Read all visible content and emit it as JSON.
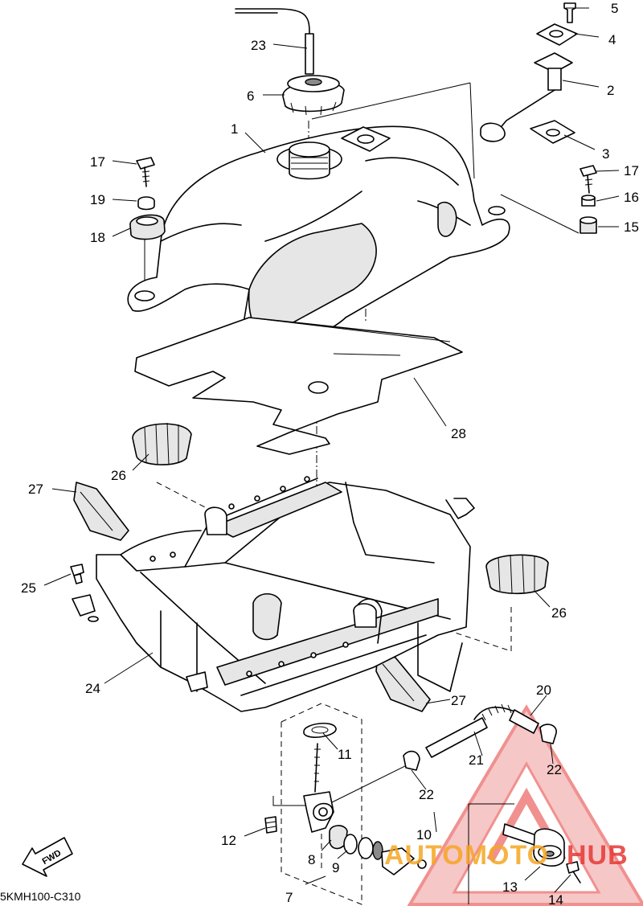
{
  "diagram": {
    "code": "5KMH100-C310",
    "fwd_label": "FWD",
    "callouts": [
      {
        "id": "c1",
        "label": "1"
      },
      {
        "id": "c2",
        "label": "2"
      },
      {
        "id": "c3",
        "label": "3"
      },
      {
        "id": "c4",
        "label": "4"
      },
      {
        "id": "c5",
        "label": "5"
      },
      {
        "id": "c6",
        "label": "6"
      },
      {
        "id": "c7",
        "label": "7"
      },
      {
        "id": "c8",
        "label": "8"
      },
      {
        "id": "c9",
        "label": "9"
      },
      {
        "id": "c10",
        "label": "10"
      },
      {
        "id": "c11",
        "label": "11"
      },
      {
        "id": "c12",
        "label": "12"
      },
      {
        "id": "c13",
        "label": "13"
      },
      {
        "id": "c14",
        "label": "14"
      },
      {
        "id": "c15",
        "label": "15"
      },
      {
        "id": "c16",
        "label": "16"
      },
      {
        "id": "c17a",
        "label": "17"
      },
      {
        "id": "c17b",
        "label": "17"
      },
      {
        "id": "c18",
        "label": "18"
      },
      {
        "id": "c19",
        "label": "19"
      },
      {
        "id": "c20",
        "label": "20"
      },
      {
        "id": "c21",
        "label": "21"
      },
      {
        "id": "c22a",
        "label": "22"
      },
      {
        "id": "c22b",
        "label": "22"
      },
      {
        "id": "c23",
        "label": "23"
      },
      {
        "id": "c24",
        "label": "24"
      },
      {
        "id": "c25",
        "label": "25"
      },
      {
        "id": "c26a",
        "label": "26"
      },
      {
        "id": "c26b",
        "label": "26"
      },
      {
        "id": "c27a",
        "label": "27"
      },
      {
        "id": "c27b",
        "label": "27"
      },
      {
        "id": "c28",
        "label": "28"
      }
    ]
  },
  "watermark": {
    "text_a": "AUTOMOTO",
    "text_b": "HUB",
    "color_a": "#f5a623",
    "color_b": "#e53935",
    "triangle_color": "#ef5350"
  }
}
